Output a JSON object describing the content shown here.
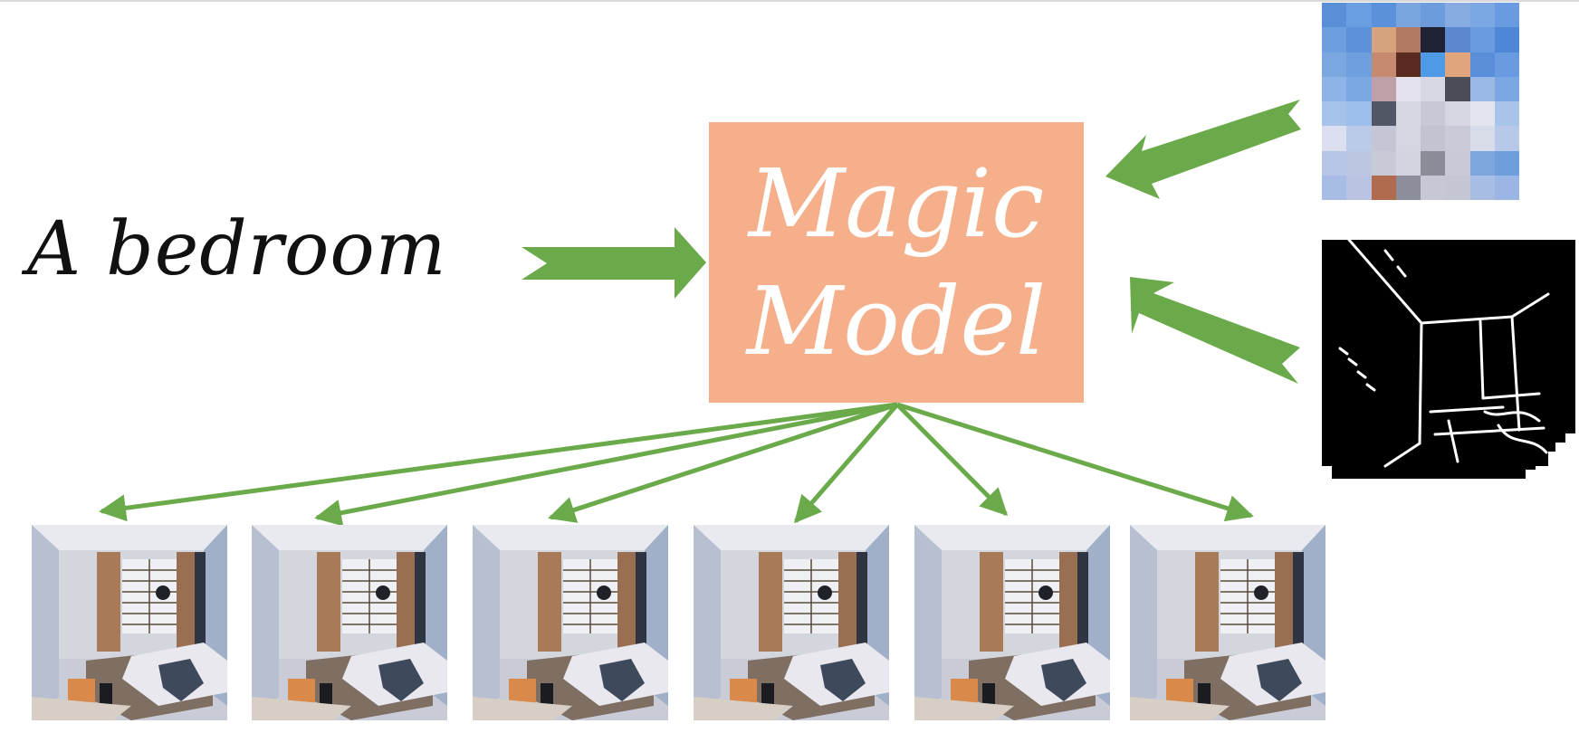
{
  "prompt_text": "A bedroom",
  "model": {
    "line1": "Magic",
    "line2": "Model"
  },
  "colors": {
    "arrow": "#6aaa4a",
    "model_box": "#f5b08b",
    "model_text": "#ffffff",
    "prompt_text": "#111111"
  },
  "pixel_condition": {
    "grid": [
      [
        "#5a8fd8",
        "#6a9ee0",
        "#5b91da",
        "#7aa6e0",
        "#6d9cdd",
        "#86ace2",
        "#7ba7e2",
        "#6a9be0"
      ],
      [
        "#6c9ee0",
        "#5d92db",
        "#d5a47c",
        "#b27a62",
        "#1f2233",
        "#5c88d0",
        "#6a9be0",
        "#4f86d6"
      ],
      [
        "#7aa7e0",
        "#6f9fdf",
        "#c58a6f",
        "#5b2a20",
        "#4e9ae6",
        "#e0a57c",
        "#5a8ed8",
        "#6a9be0"
      ],
      [
        "#8eb3e6",
        "#7ba7e2",
        "#c0a0a8",
        "#e4e2ec",
        "#d8d8e4",
        "#4a4c58",
        "#9ab8e6",
        "#7ba7e2"
      ],
      [
        "#a4c2ea",
        "#9ebfea",
        "#525766",
        "#d6d6e0",
        "#c8c8d6",
        "#d6d6e2",
        "#e4e4ee",
        "#a9c4ea"
      ],
      [
        "#dcdff0",
        "#b9cbe8",
        "#c4c6d6",
        "#d6d6e2",
        "#c2c4d2",
        "#c9cbd8",
        "#d8dbe8",
        "#b8c8e8"
      ],
      [
        "#b7c6e6",
        "#bcc6e0",
        "#c8cad8",
        "#d4d4e0",
        "#8a8c98",
        "#c8cad8",
        "#7ca6dc",
        "#6f9edc"
      ],
      [
        "#a8bde6",
        "#bac4e2",
        "#b06a4e",
        "#8c8e9c",
        "#c6c8d6",
        "#c4c6d4",
        "#a7bde4",
        "#9bb6e4"
      ]
    ]
  }
}
